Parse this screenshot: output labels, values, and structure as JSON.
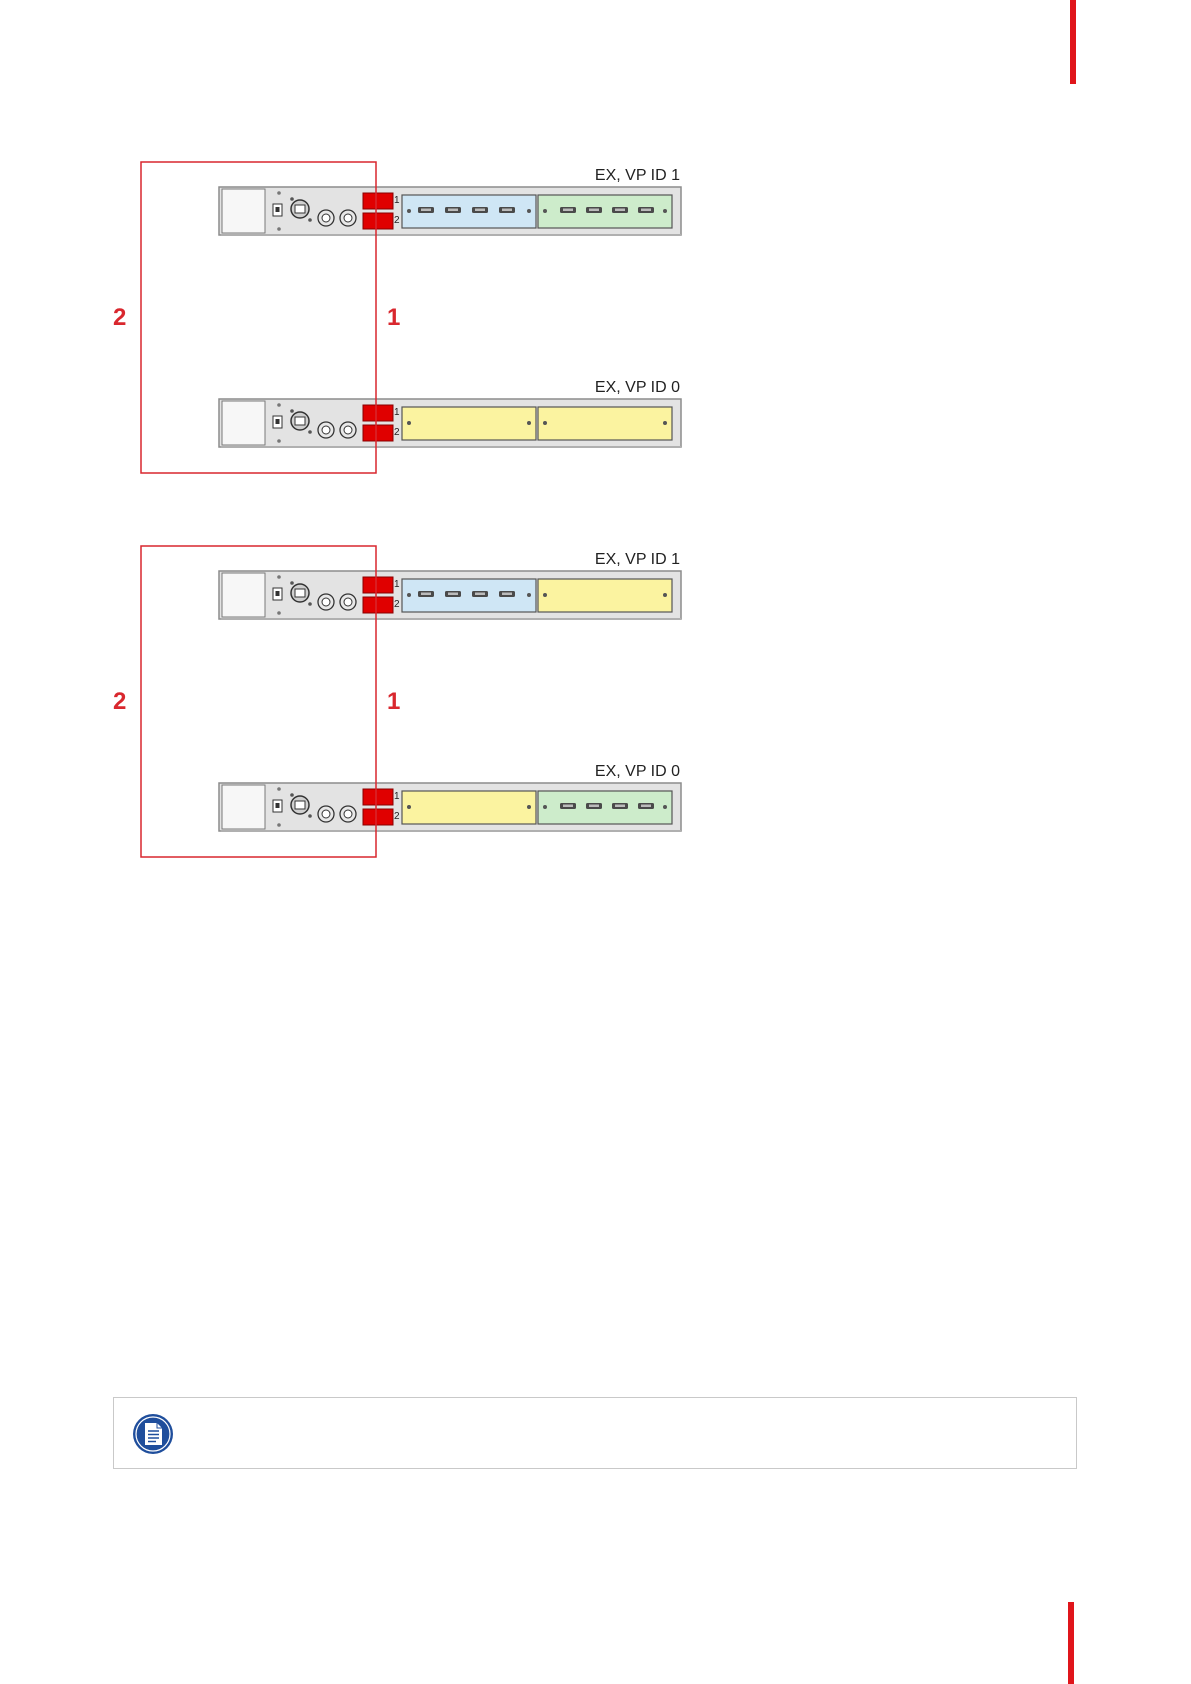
{
  "diagrams": [
    {
      "top_unit": {
        "label": "EX, VP ID 1",
        "slots": [
          "blue",
          "green"
        ]
      },
      "bottom_unit": {
        "label": "EX, VP ID 0",
        "slots": [
          "yellow",
          "yellow"
        ]
      },
      "cable_labels": {
        "inner": "1",
        "outer": "2"
      },
      "port_labels": [
        "1",
        "2"
      ]
    },
    {
      "top_unit": {
        "label": "EX, VP ID 1",
        "slots": [
          "blue",
          "yellow"
        ]
      },
      "bottom_unit": {
        "label": "EX, VP ID 0",
        "slots": [
          "yellow",
          "green"
        ]
      },
      "cable_labels": {
        "inner": "1",
        "outer": "2"
      },
      "port_labels": [
        "1",
        "2"
      ]
    }
  ],
  "colors": {
    "accent_red": "#e0151b",
    "cable_red": "#d9272e",
    "port_red": "#e00000",
    "slot_blue": "#cfe6f5",
    "slot_green": "#cdeccb",
    "slot_yellow": "#fbf3a0",
    "chassis": "#e3e3e3",
    "note_icon_blue": "#1f4e9c"
  },
  "icons": {
    "note": "document-note-icon"
  }
}
